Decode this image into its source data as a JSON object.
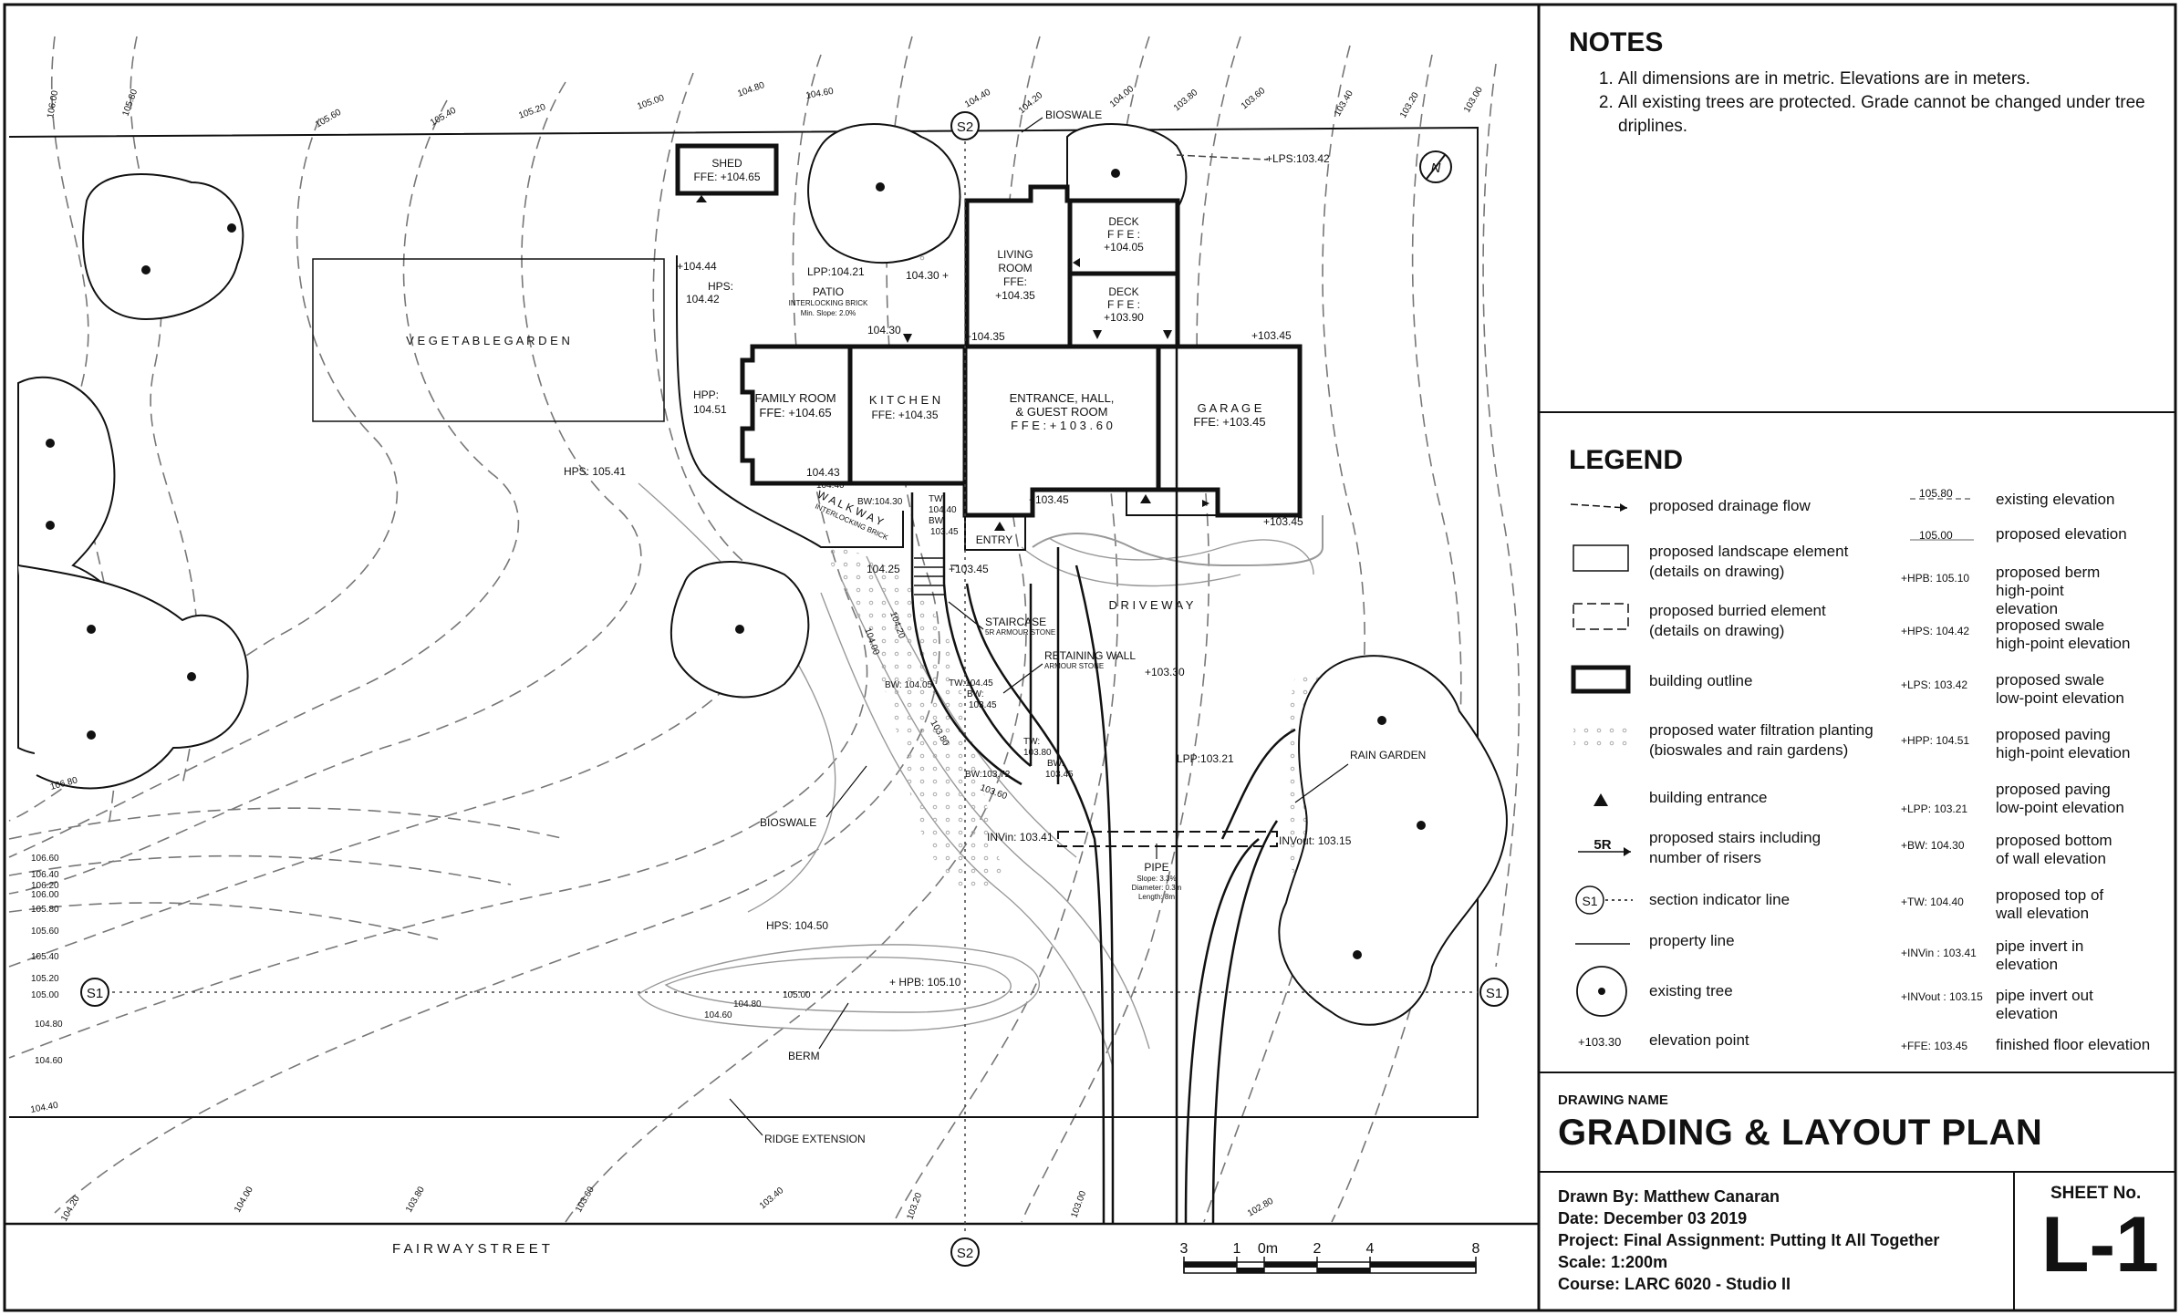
{
  "notes": {
    "title": "NOTES",
    "items": [
      "All dimensions are in metric. Elevations are in meters.",
      "All existing trees are protected. Grade cannot be changed under tree driplines."
    ]
  },
  "legend": {
    "title": "LEGEND",
    "left": [
      {
        "label": "proposed drainage flow"
      },
      {
        "label": "proposed landscape element (details on drawing)"
      },
      {
        "label": "proposed burried element (details on drawing)"
      },
      {
        "label": "building outline"
      },
      {
        "label": "proposed water filtration planting (bioswales and rain gardens)"
      },
      {
        "label": "building entrance"
      },
      {
        "label": "proposed stairs including number of risers",
        "symbol": "5R"
      },
      {
        "label": "section indicator line",
        "symbol": "S1"
      },
      {
        "label": "property line"
      },
      {
        "label": "existing tree"
      },
      {
        "label": "elevation point",
        "symbol": "+103.30"
      }
    ],
    "right": [
      {
        "sample": "105.80",
        "label": "existing elevation"
      },
      {
        "sample": "105.00",
        "label": "proposed elevation"
      },
      {
        "sample": "+HPB: 105.10",
        "label": "proposed berm high-point elevation"
      },
      {
        "sample": "+HPS: 104.42",
        "label": "proposed swale high-point elevation"
      },
      {
        "sample": "+LPS: 103.42",
        "label": "proposed swale low-point elevation"
      },
      {
        "sample": "+HPP: 104.51",
        "label": "proposed paving high-point elevation"
      },
      {
        "sample": "+LPP: 103.21",
        "label": "proposed paving low-point elevation"
      },
      {
        "sample": "+BW: 104.30",
        "label": "proposed bottom of wall elevation"
      },
      {
        "sample": "+TW: 104.40",
        "label": "proposed top of wall elevation"
      },
      {
        "sample": "+INVin : 103.41",
        "label": "pipe invert in elevation"
      },
      {
        "sample": "+INVout : 103.15",
        "label": "pipe invert out elevation"
      },
      {
        "sample": "+FFE: 103.45",
        "label": "finished floor elevation"
      }
    ]
  },
  "title_block": {
    "drawing_name_label": "DRAWING NAME",
    "drawing_name": "GRADING & LAYOUT PLAN",
    "drawn_by": "Drawn By: Matthew Canaran",
    "date": "Date: December 03 2019",
    "project": "Project: Final Assignment: Putting It All Together",
    "scale": "Scale:  1:200m",
    "course": "Course: LARC 6020 - Studio II",
    "sheet_label": "SHEET No.",
    "sheet_no": "L-1"
  },
  "scale_bar": {
    "labels": [
      "3",
      "1",
      "0m",
      "2",
      "4",
      "8"
    ]
  },
  "plan": {
    "street": "F  A  I  R  W  A  Y      S  T  R  E  E  T",
    "north": "N",
    "sections": {
      "s1": "S1",
      "s2": "S2"
    },
    "labels": {
      "vegetable_garden": "V E G E T A B L E   G A R D E N",
      "shed": "SHED",
      "shed_ffe": "FFE: +104.65",
      "patio": "PATIO",
      "patio_sub": "INTERLOCKING BRICK",
      "patio_slope": "Min. Slope: 2.0%",
      "living_room": "LIVING",
      "living_room2": "ROOM",
      "living_ffe": "FFE:",
      "living_ffe_val": "+104.35",
      "deck1": "DECK",
      "deck1_ffe": "F F E :",
      "deck1_val": "+104.05",
      "deck2": "DECK",
      "deck2_ffe": "F F E :",
      "deck2_val": "+103.90",
      "family_room": "FAMILY ROOM",
      "family_ffe": "FFE: +104.65",
      "kitchen": "K I T C H E N",
      "kitchen_ffe": "FFE: +104.35",
      "entrance": "ENTRANCE, HALL,",
      "entrance2": "&   GUEST ROOM",
      "entrance_ffe": "F F E :  + 1 0 3 . 6 0",
      "garage": "G A R A G E",
      "garage_ffe": "FFE: +103.45",
      "entry": "ENTRY",
      "walkway": "W A L K W A Y",
      "walkway_sub": "INTERLOCKING BRICK",
      "driveway": "D R I V E W A Y",
      "staircase": "STAIRCASE",
      "staircase_sub": "5R ARMOUR STONE",
      "retaining": "RETAINING WALL",
      "retaining_sub": "ARMOUR STONE",
      "bioswale_top": "BIOSWALE",
      "bioswale_left": "BIOSWALE",
      "rain_garden": "RAIN GARDEN",
      "pipe": "PIPE",
      "pipe_slope": "Slope: 3.3%",
      "pipe_dia": "Diameter: 0.3m",
      "pipe_len": "Length: 8m",
      "berm": "BERM",
      "ridge": "RIDGE EXTENSION",
      "hpb": "+ HPB: 105.10"
    },
    "spot_elevations": [
      "+LPS:103.42",
      "+104.44",
      "HPS:",
      "104.42",
      "LPP:104.21",
      "104.30 +",
      "104.30",
      "+104.35",
      "+103.45",
      "HPP:",
      "104.51",
      "104.43",
      "104.40",
      "HPS: 105.41",
      "BW:104.30",
      "TW:",
      "104.40",
      "BW:",
      "103.45",
      "+103.45",
      "+103.45",
      "104.25",
      "+103.45",
      "BW: 104.05",
      "TW:104.45",
      "BW:",
      "103.45",
      "+103.30",
      "TW:",
      "103.80",
      "BW:",
      "103.45",
      "BW:103.72",
      "LPP:103.21",
      "INVin: 103.41",
      "INVout: 103.15",
      "HPS: 104.50"
    ],
    "existing_contours": [
      "106.00",
      "105.80",
      "105.60",
      "105.40",
      "105.20",
      "105.00",
      "104.80",
      "104.60",
      "104.40",
      "104.20",
      "104.00",
      "103.80",
      "103.60",
      "103.40",
      "103.20",
      "103.00",
      "106.80",
      "106.60",
      "106.40",
      "106.20",
      "106.00",
      "105.80",
      "105.60",
      "105.40",
      "105.20",
      "105.00",
      "104.80",
      "104.60",
      "104.40",
      "104.20",
      "104.00",
      "103.80",
      "103.60",
      "103.40",
      "103.20",
      "103.00",
      "102.80"
    ],
    "proposed_contours": [
      "104.80",
      "104.60",
      "105.00",
      "104.20",
      "104.00",
      "103.80",
      "103.60"
    ]
  }
}
